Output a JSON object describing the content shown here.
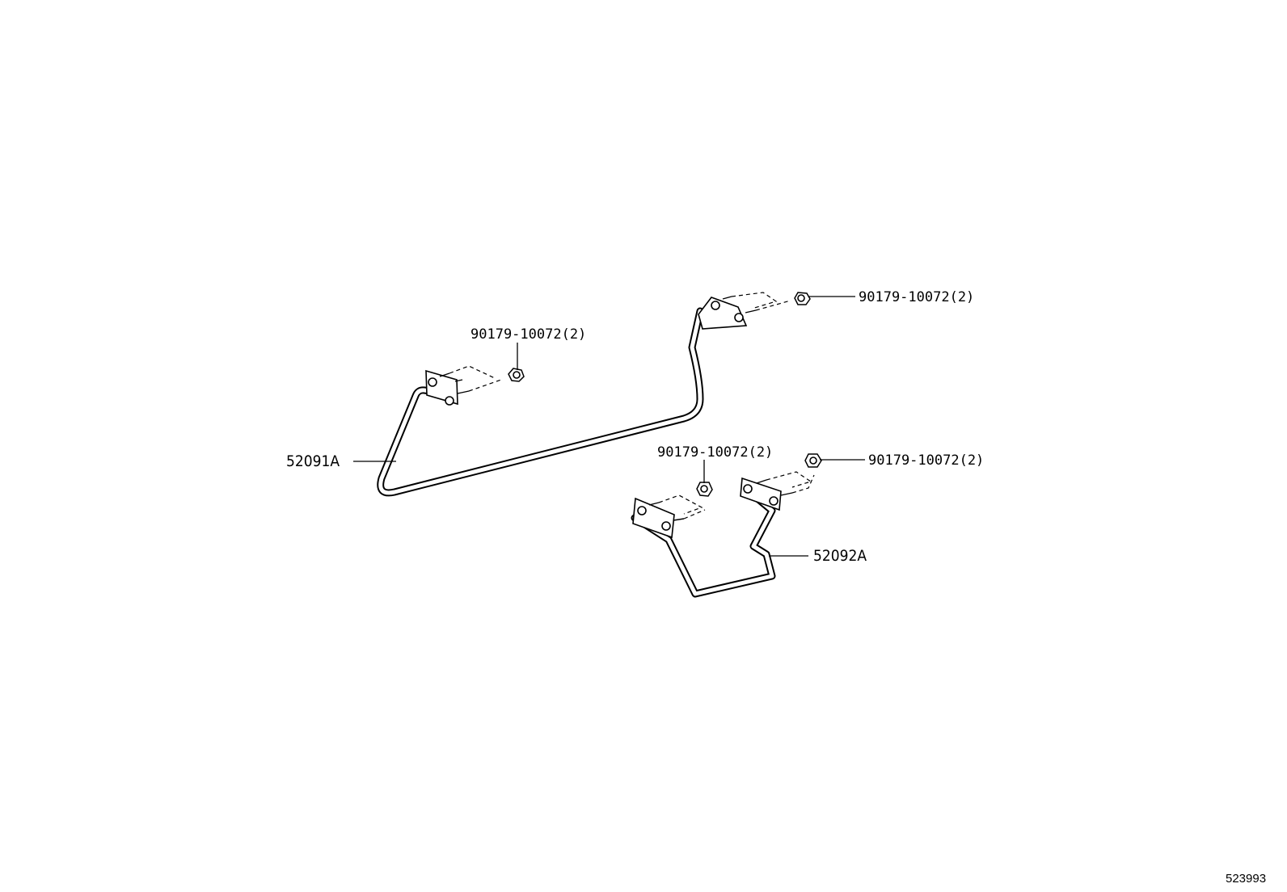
{
  "diagram": {
    "parts": {
      "stabilizer_front": "52091A",
      "stabilizer_rear": "52092A"
    },
    "fasteners": {
      "front_left_nut": "90179-10072(2)",
      "front_right_nut": "90179-10072(2)",
      "rear_left_nut": "90179-10072(2)",
      "rear_right_nut": "90179-10072(2)"
    },
    "illustration_number": "523993"
  }
}
